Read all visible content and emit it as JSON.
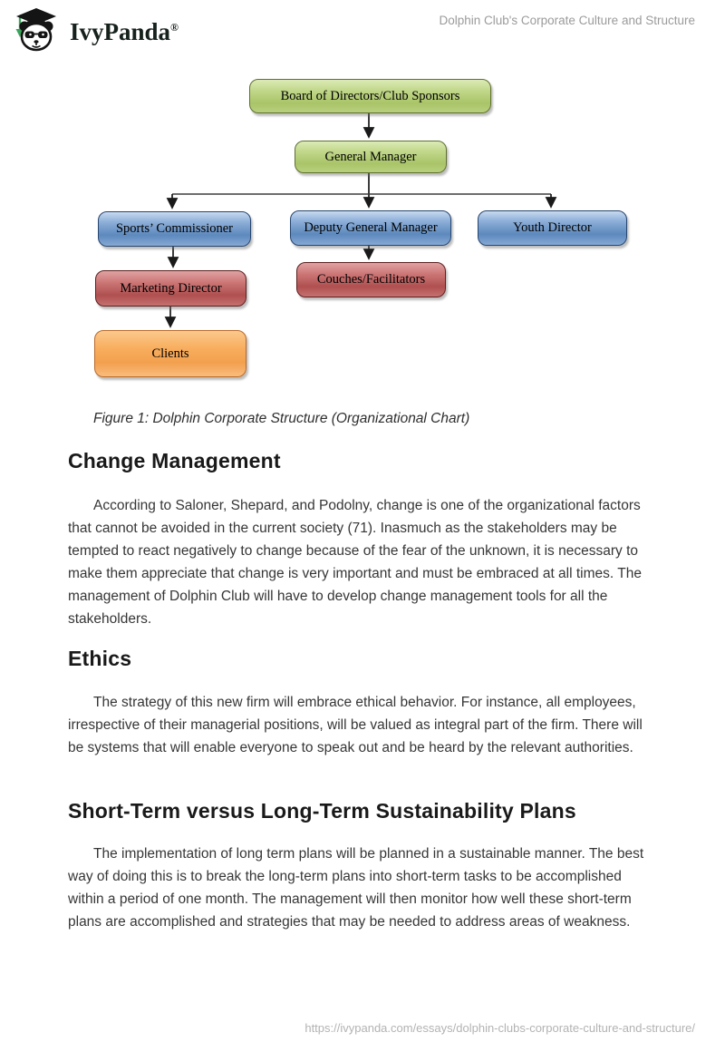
{
  "header": {
    "brand": "IvyPanda",
    "registered_mark": "®",
    "doc_title": "Dolphin Club's Corporate Culture and Structure"
  },
  "chart": {
    "type": "org-chart",
    "caption": "Figure 1: Dolphin Corporate Structure (Organizational Chart)",
    "nodes": [
      {
        "id": "board",
        "label": "Board of Directors/Club Sponsors",
        "scheme": "green"
      },
      {
        "id": "gm",
        "label": "General Manager",
        "scheme": "green"
      },
      {
        "id": "sports",
        "label": "Sports’ Commissioner",
        "scheme": "blue"
      },
      {
        "id": "deputy",
        "label": "Deputy General Manager",
        "scheme": "blue"
      },
      {
        "id": "youth",
        "label": "Youth Director",
        "scheme": "blue"
      },
      {
        "id": "marketing",
        "label": "Marketing Director",
        "scheme": "red"
      },
      {
        "id": "couches",
        "label": "Couches/Facilitators",
        "scheme": "red"
      },
      {
        "id": "clients",
        "label": "Clients",
        "scheme": "orange"
      }
    ],
    "edges": [
      [
        "board",
        "gm"
      ],
      [
        "gm",
        "sports"
      ],
      [
        "gm",
        "deputy"
      ],
      [
        "gm",
        "youth"
      ],
      [
        "sports",
        "marketing"
      ],
      [
        "deputy",
        "couches"
      ],
      [
        "marketing",
        "clients"
      ]
    ],
    "colors": {
      "green": {
        "fill": "#a9c468",
        "border": "#5f7031"
      },
      "blue": {
        "fill": "#5d89bd",
        "border": "#27456e"
      },
      "red": {
        "fill": "#b05050",
        "border": "#5e1f1f"
      },
      "orange": {
        "fill": "#f2a04e",
        "border": "#b96a2a"
      },
      "connector": "#222222"
    }
  },
  "sections": [
    {
      "heading": "Change Management",
      "body": "According to Saloner, Shepard, and Podolny, change is one of the organizational factors that cannot be avoided in the current society (71). Inasmuch as the stakeholders may be tempted to react negatively to change because of the fear of the unknown, it is necessary to make them appreciate that change is very important and must be embraced at all times. The management of Dolphin Club will have to develop change management tools for all the stakeholders."
    },
    {
      "heading": "Ethics",
      "body": "The strategy of this new firm will embrace ethical behavior. For instance, all employees, irrespective of their managerial positions, will be valued as integral part of the firm. There will be systems that will enable everyone to speak out and be heard by the relevant authorities."
    },
    {
      "heading": "Short-Term versus Long-Term Sustainability Plans",
      "body": "The implementation of long term plans will be planned in a sustainable manner. The best way of doing this is to break the long-term plans into short-term tasks to be accomplished within a period of one month. The management will then monitor how well these short-term plans are accomplished and strategies that may be needed to address areas of weakness."
    }
  ],
  "footer": {
    "url": "https://ivypanda.com/essays/dolphin-clubs-corporate-culture-and-structure/"
  }
}
